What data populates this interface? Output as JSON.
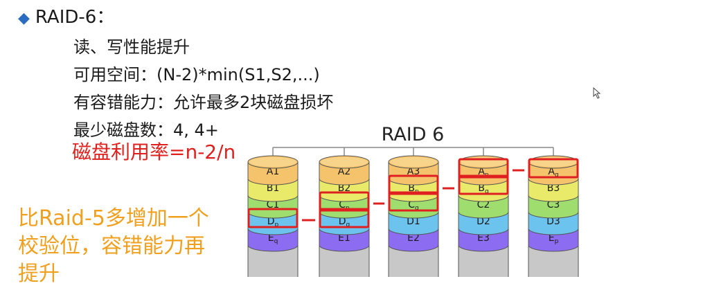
{
  "heading": "RAID-6：",
  "items": [
    "读、写性能提升",
    "可用空间：(N-2)*min(S1,S2,...)",
    "有容错能力：允许最多2块磁盘损坏",
    "最少磁盘数：4, 4+"
  ],
  "red_note": "磁盘利用率=n-2/n",
  "orange_note": [
    "比Raid-5多增加一个",
    "校验位，容错能力再",
    "提升"
  ],
  "diagram": {
    "title": "RAID 6",
    "disks": [
      {
        "blocks": [
          {
            "base": "A1",
            "sub": ""
          },
          {
            "base": "B1",
            "sub": ""
          },
          {
            "base": "C1",
            "sub": ""
          },
          {
            "base": "D",
            "sub": "p"
          },
          {
            "base": "E",
            "sub": "q"
          }
        ]
      },
      {
        "blocks": [
          {
            "base": "A2",
            "sub": ""
          },
          {
            "base": "B2",
            "sub": ""
          },
          {
            "base": "C",
            "sub": "p"
          },
          {
            "base": "D",
            "sub": "q"
          },
          {
            "base": "E1",
            "sub": ""
          }
        ]
      },
      {
        "blocks": [
          {
            "base": "A3",
            "sub": ""
          },
          {
            "base": "B",
            "sub": "p"
          },
          {
            "base": "C",
            "sub": "q"
          },
          {
            "base": "D1",
            "sub": ""
          },
          {
            "base": "E2",
            "sub": ""
          }
        ]
      },
      {
        "blocks": [
          {
            "base": "A",
            "sub": "p"
          },
          {
            "base": "B",
            "sub": "q"
          },
          {
            "base": "C2",
            "sub": ""
          },
          {
            "base": "D2",
            "sub": ""
          },
          {
            "base": "E3",
            "sub": ""
          }
        ]
      },
      {
        "blocks": [
          {
            "base": "A",
            "sub": "q"
          },
          {
            "base": "B3",
            "sub": ""
          },
          {
            "base": "C3",
            "sub": ""
          },
          {
            "base": "D3",
            "sub": ""
          },
          {
            "base": "E",
            "sub": "p"
          }
        ]
      }
    ],
    "row_colors": [
      "#f5c36b",
      "#e9e96a",
      "#9fde6e",
      "#6cc3ee",
      "#8c6cf0"
    ],
    "highlight_color": "#e02020"
  }
}
